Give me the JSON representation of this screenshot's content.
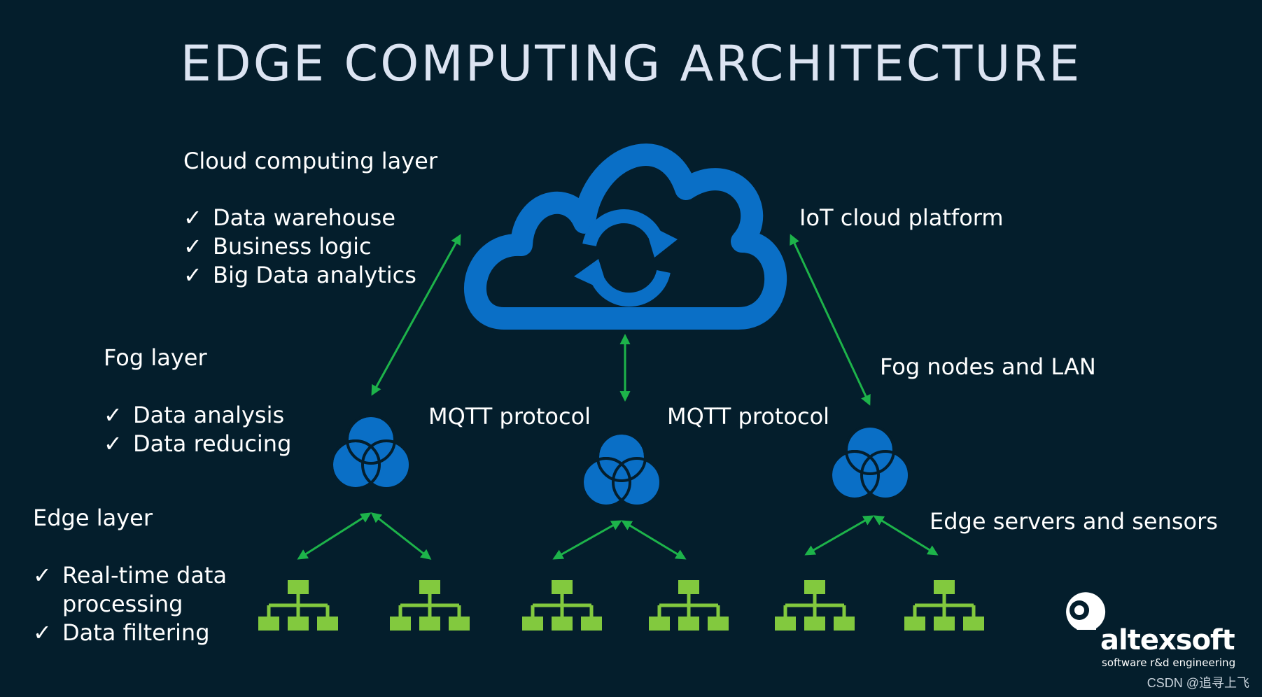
{
  "title": "EDGE COMPUTING ARCHITECTURE",
  "colors": {
    "background": "#041e2c",
    "cloud": "#0a6fc6",
    "arrow": "#1db34a",
    "node_tree": "#82c93e",
    "text": "#ffffff"
  },
  "layers": {
    "cloud": {
      "heading": "Cloud computing layer",
      "items": [
        "Data warehouse",
        "Business logic",
        "Big Data analytics"
      ]
    },
    "fog": {
      "heading": "Fog layer",
      "items": [
        "Data analysis",
        "Data reducing"
      ]
    },
    "edge": {
      "heading": "Edge layer",
      "items": [
        "Real-time data processing",
        "Data filtering"
      ]
    }
  },
  "check_glyph": "✓",
  "labels": {
    "iot_platform": "IoT cloud platform",
    "fog_nodes": "Fog nodes and LAN",
    "edge_servers": "Edge servers and sensors",
    "mqtt_left": "MQTT protocol",
    "mqtt_right": "MQTT protocol"
  },
  "icons": {
    "cloud": "cloud-sync-icon",
    "fog_node": "fog-node-icon",
    "edge_device": "network-tree-icon"
  },
  "logo": {
    "name": "altexsoft",
    "tagline": "software r&d engineering"
  },
  "watermark": "CSDN @追寻上飞"
}
